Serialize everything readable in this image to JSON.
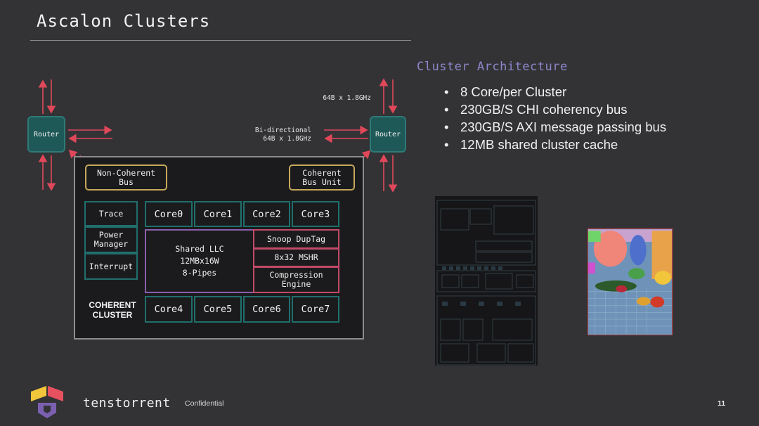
{
  "slide": {
    "title": "Ascalon Clusters",
    "section_heading": "Cluster Architecture",
    "bullets": [
      "8 Core/per Cluster",
      "230GB/S CHI coherency bus",
      "230GB/S AXI message passing bus",
      "12MB shared cluster cache"
    ]
  },
  "diagram": {
    "router_left": "Router",
    "router_right": "Router",
    "link_top_label": "64B x 1.8GHz",
    "link_mid_label_line1": "Bi-directional",
    "link_mid_label_line2": "64B x 1.8GHz",
    "noncoherent_bus_line1": "Non-Coherent",
    "noncoherent_bus_line2": "Bus",
    "coherent_bus_unit_line1": "Coherent",
    "coherent_bus_unit_line2": "Bus Unit",
    "trace": "Trace",
    "power_manager_line1": "Power",
    "power_manager_line2": "Manager",
    "interrupt": "Interrupt",
    "cores_top": [
      "Core0",
      "Core1",
      "Core2",
      "Core3"
    ],
    "cores_bottom": [
      "Core4",
      "Core5",
      "Core6",
      "Core7"
    ],
    "llc_line1": "Shared LLC",
    "llc_line2": "12MBx16W",
    "llc_line3": "8-Pipes",
    "snoop_duptag": "Snoop DupTag",
    "mshr": "8x32 MSHR",
    "compression_line1": "Compression",
    "compression_line2": "Engine",
    "coherent_cluster_line1": "COHERENT",
    "coherent_cluster_line2": "CLUSTER"
  },
  "footer": {
    "brand": "tenstorrent",
    "confidential": "Confidential",
    "page_number": "11"
  },
  "colors": {
    "background": "#333336",
    "accent_heading": "#8d86c9",
    "arrow": "#e0485a",
    "teal_border": "#1f6f6c",
    "gold_border": "#c6a85a",
    "pink_border": "#c24a68",
    "purple_border": "#8b5fae"
  }
}
